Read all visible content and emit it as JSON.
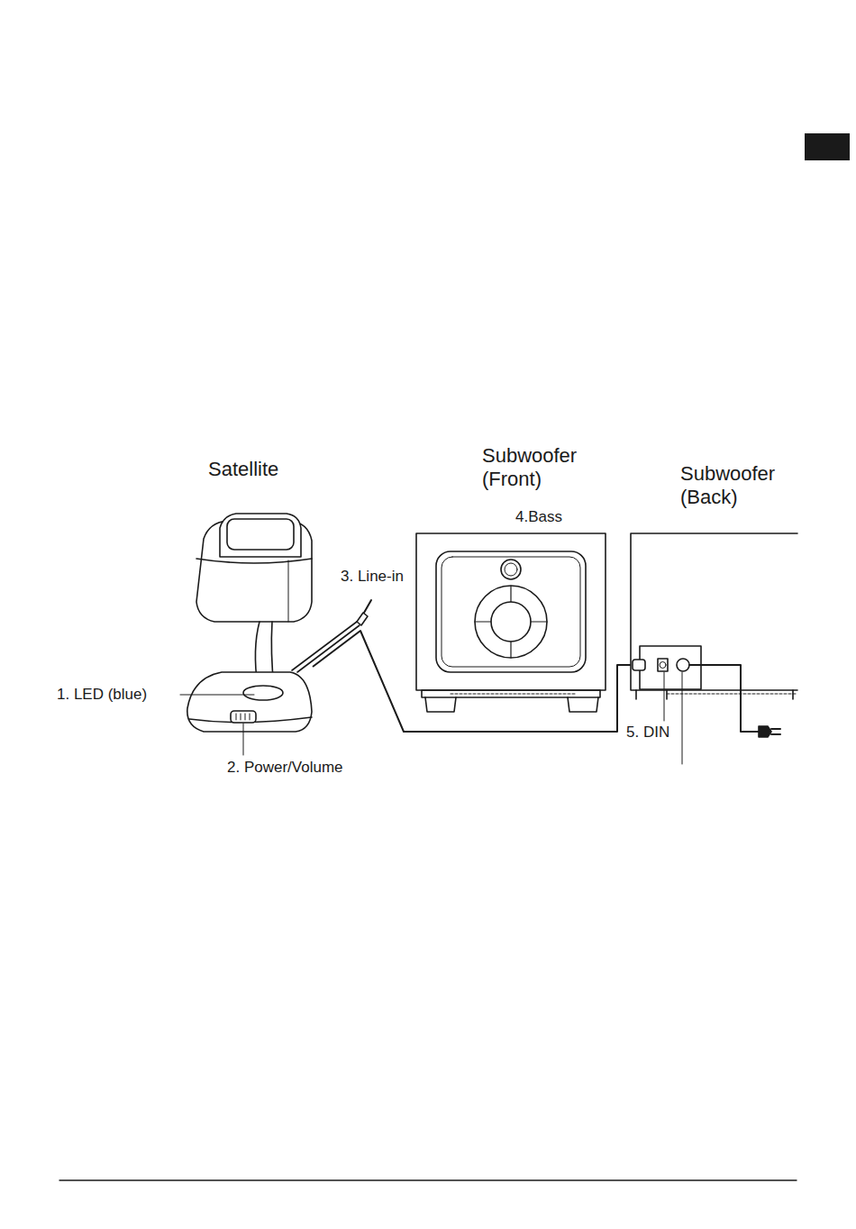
{
  "diagram": {
    "nodes": [
      {
        "text": [
          "Satellite"
        ]
      },
      {
        "text": [
          "Subwoofer (Front)"
        ]
      },
      {
        "text": [
          "Subwoofer (Back)"
        ]
      }
    ],
    "edges": [
      {
        "from": 0,
        "to": 2,
        "arrow": "none"
      }
    ],
    "labels": [
      "1. LED (blue)",
      "2. Power/Volume",
      "3. Line-in",
      "4.Bass",
      "5. DIN"
    ]
  }
}
